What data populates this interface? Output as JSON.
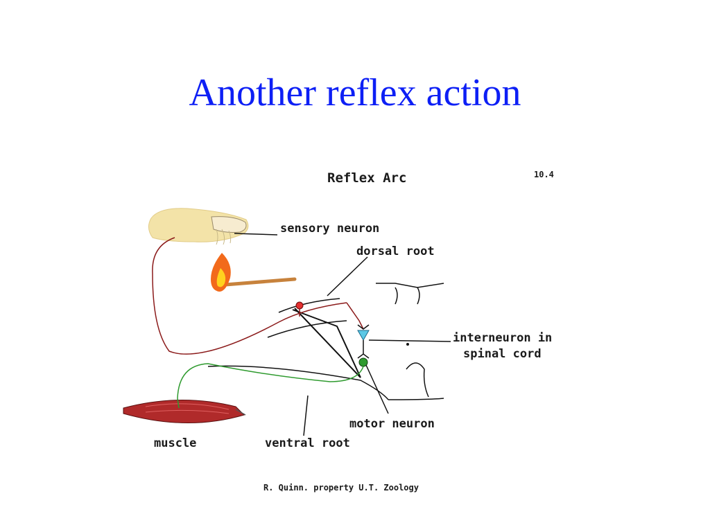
{
  "slide": {
    "title": "Another reflex action"
  },
  "diagram": {
    "title": "Reflex Arc",
    "figure_number": "10.4",
    "labels": {
      "sensory_neuron": "sensory neuron",
      "dorsal_root": "dorsal root",
      "interneuron_line1": "interneuron in",
      "interneuron_line2": "spinal cord",
      "motor_neuron": "motor neuron",
      "muscle": "muscle",
      "ventral_root": "ventral root"
    },
    "credit": "R. Quinn.  property U.T. Zoology",
    "colors": {
      "title": "#0d1ff5",
      "sensory": "#8b1a1a",
      "motor": "#2e9a2e",
      "interneuron": "#5bc8e6",
      "flame": "#f26a1b",
      "muscle": "#b02a2a",
      "match_stick": "#c7823c",
      "hand": "#f3e3a8"
    }
  }
}
